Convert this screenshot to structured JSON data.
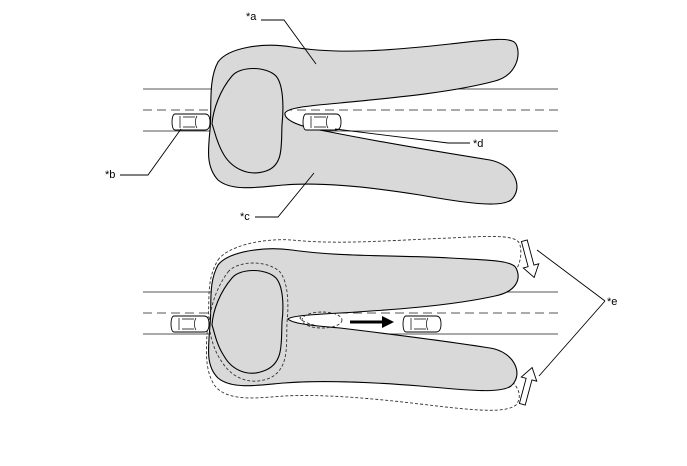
{
  "labels": {
    "a": "*a",
    "b": "*b",
    "c": "*c",
    "d": "*d",
    "e": "*e"
  },
  "colors": {
    "light_area": "#d9d9d9",
    "outline": "#000000",
    "lane_line": "#555555"
  },
  "icons": [
    "car-icon",
    "movement-arrow-icon",
    "hollow-arrow-icon"
  ]
}
